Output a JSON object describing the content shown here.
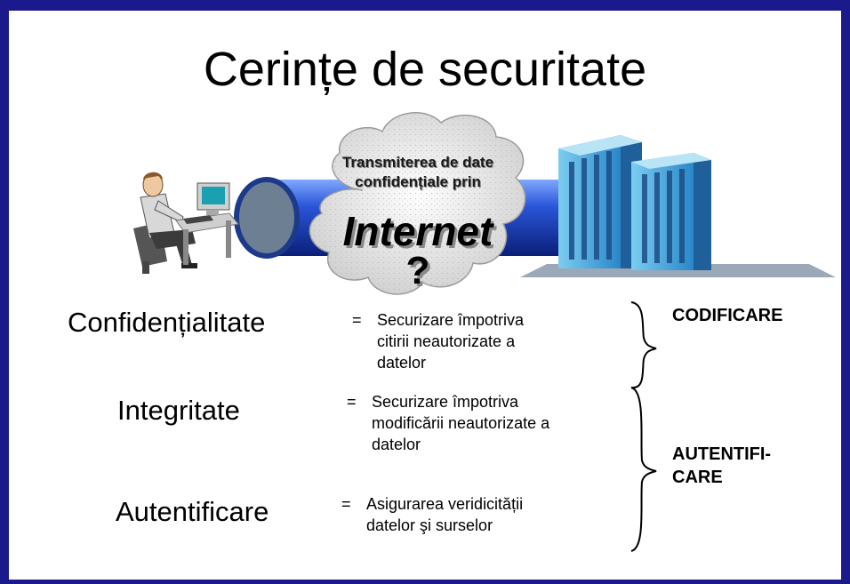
{
  "title": "Cerințe de securitate",
  "cloud": {
    "caption_line1": "Transmiterea de date",
    "caption_line2": "confidențiale prin",
    "internet": "Internet",
    "question": "?"
  },
  "requirements": [
    {
      "term": "Confidențialitate",
      "eq": "=",
      "desc_lines": [
        "Securizare împotriva",
        "citirii neautorizate a",
        "datelor"
      ]
    },
    {
      "term": "Integritate",
      "eq": "=",
      "desc_lines": [
        "Securizare împotriva",
        "modificării neautorizate a",
        "datelor"
      ]
    },
    {
      "term": "Autentificare",
      "eq": "=",
      "desc_lines": [
        "Asigurarea veridicității",
        "datelor şi surselor"
      ]
    }
  ],
  "labels": {
    "codificare": "CODIFICARE",
    "autentificare_line1": "AUTENTIFI-",
    "autentificare_line2": "CARE"
  },
  "colors": {
    "frame": "#1a1a8c",
    "tube": "#2a55d8",
    "building": "#3aa0dc"
  },
  "icons": {
    "user": "person-at-computer-icon",
    "server": "office-building-icon",
    "network": "cloud-icon"
  }
}
